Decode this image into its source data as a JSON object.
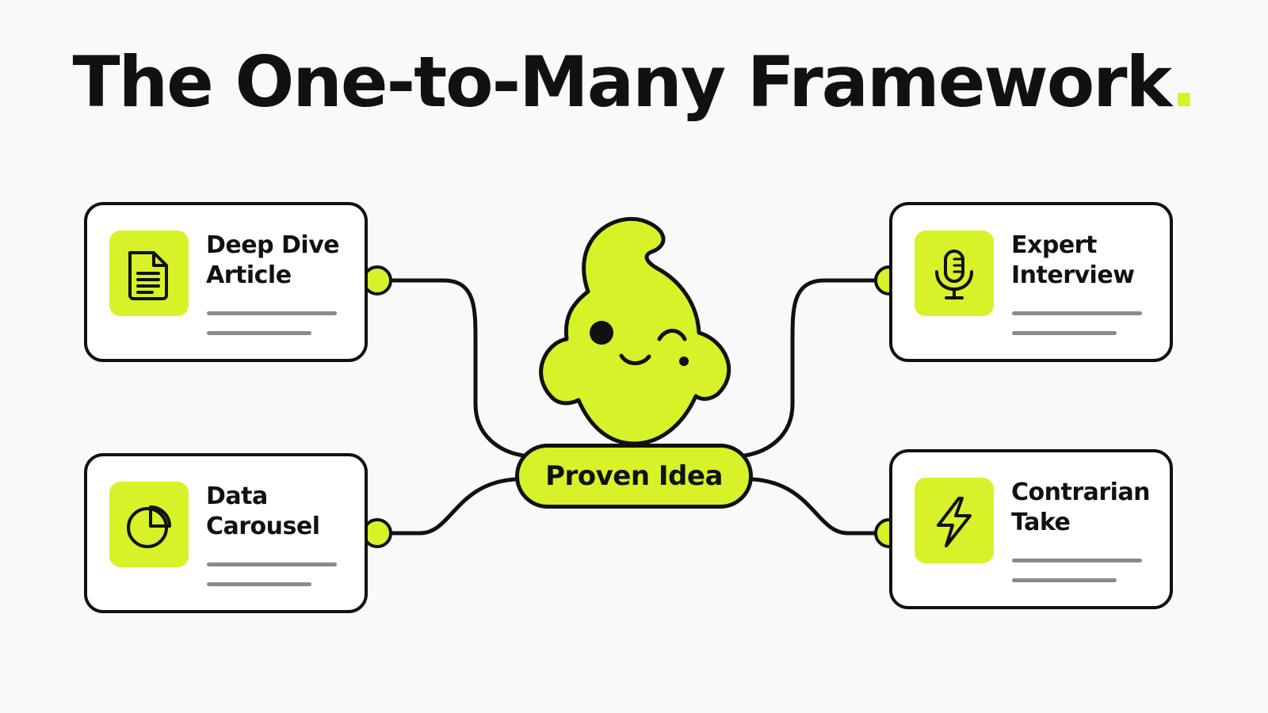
{
  "colors": {
    "accent": "#d7f229",
    "ink": "#111111",
    "placeholder_line": "#8a8a8a"
  },
  "title": {
    "text": "The One-to-Many Framework",
    "dot": "."
  },
  "center": {
    "label": "Proven Idea",
    "mascot": "smiling-blob-mascot"
  },
  "cards": [
    {
      "label_line1": "Deep Dive",
      "label_line2": "Article",
      "icon": "document-icon"
    },
    {
      "label_line1": "Data",
      "label_line2": "Carousel",
      "icon": "pie-chart-icon"
    },
    {
      "label_line1": "Expert",
      "label_line2": "Interview",
      "icon": "microphone-icon"
    },
    {
      "label_line1": "Contrarian",
      "label_line2": "Take",
      "icon": "lightning-icon"
    }
  ]
}
